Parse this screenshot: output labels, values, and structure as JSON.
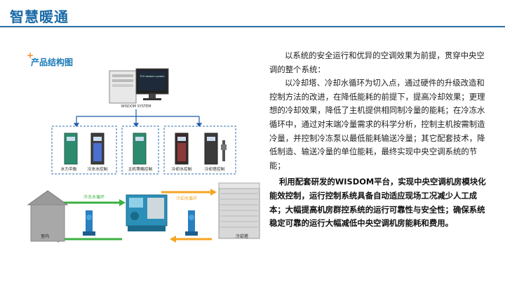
{
  "header": {
    "title": "智慧暖通"
  },
  "section": {
    "label": "产品结构图"
  },
  "diagram": {
    "system_label": "WISDOM SYSTEM",
    "monitor_text": "TCX wisdom system",
    "cabinets": [
      "水力平衡",
      "冷冻水控制",
      "主机策略控制",
      "冷却水控制",
      "冷却塔控制"
    ],
    "chilled_loop": "冷冻水循环",
    "cooling_loop": "冷却水循环",
    "indoor": "室内",
    "tower": "冷却塔"
  },
  "content": {
    "p1": "以系统的安全运行和优异的空调效果为前提，贯穿中央空调的整个系统：",
    "p2": "以冷却塔、冷却水循环为切入点，通过硬件的升级改造和控制方法的改进，在降低能耗的前提下，提高冷却效果；更理想的冷却效果，降低了主机提供相同制冷量的能耗；在冷冻水循环中，通过对末端冷量需求的科学分析，控制主机按需制造冷量，并控制冷冻泵以最低能耗输送冷量；其它配套技术，降低制造、输送冷量的单位能耗，最终实现中央空调系统的节能；",
    "p3": "利用配套研发的WISDOM平台，实现中央空调机房模块化能效控制，运行控制系统具备自动适应现场工况减少人工成本；大幅提高机房群控系统的运行可靠性与安全性；确保系统稳定可靠的运行大幅减低中央空调机房能耗和费用。"
  },
  "colors": {
    "title": "#1a6aa8",
    "rule": "#2e6da4",
    "plus": "#f28c28",
    "green_loop": "#3cb043",
    "orange_loop": "#f5a623",
    "dashed_box": "#2f6fb3"
  }
}
